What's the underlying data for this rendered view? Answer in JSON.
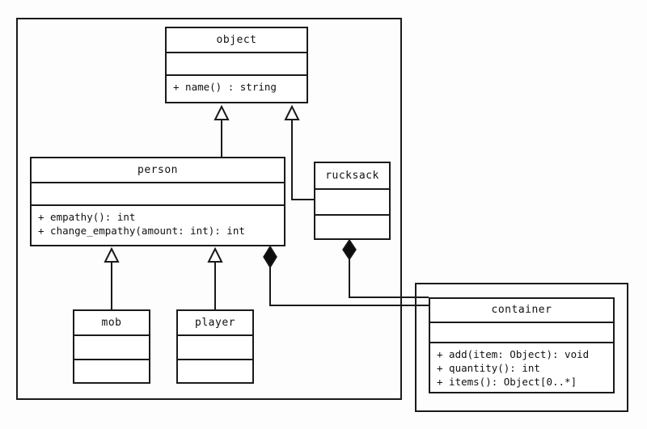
{
  "diagram": {
    "title": "UML class diagram",
    "background": "#fdfdfd",
    "line_color": "#1a1a1a"
  },
  "packages": [
    {
      "id": "package-left",
      "label": ""
    },
    {
      "id": "package-right",
      "label": ""
    }
  ],
  "classes": [
    {
      "id": "object",
      "name": "object",
      "attributes": [],
      "operations": [
        "+ name() : string"
      ]
    },
    {
      "id": "person",
      "name": "person",
      "attributes": [],
      "operations": [
        "+ empathy(): int",
        "+ change_empathy(amount: int): int"
      ]
    },
    {
      "id": "rucksack",
      "name": "rucksack",
      "attributes": [],
      "operations": []
    },
    {
      "id": "mob",
      "name": "mob",
      "attributes": [],
      "operations": []
    },
    {
      "id": "player",
      "name": "player",
      "attributes": [],
      "operations": []
    },
    {
      "id": "container",
      "name": "container",
      "attributes": [],
      "operations": [
        "+ add(item: Object): void",
        "+ quantity(): int",
        "+ items(): Object[0..*]"
      ]
    }
  ],
  "relationships": [
    {
      "id": "person-inherits-object",
      "type": "generalization",
      "from": "person",
      "to": "object",
      "marker": "hollow-triangle"
    },
    {
      "id": "rucksack-inherits-object",
      "type": "generalization",
      "from": "rucksack",
      "to": "object",
      "marker": "hollow-triangle"
    },
    {
      "id": "mob-inherits-person",
      "type": "generalization",
      "from": "mob",
      "to": "person",
      "marker": "hollow-triangle"
    },
    {
      "id": "player-inherits-person",
      "type": "generalization",
      "from": "player",
      "to": "person",
      "marker": "hollow-triangle"
    },
    {
      "id": "person-contains-container",
      "type": "composition",
      "from": "person",
      "to": "container",
      "marker": "filled-diamond"
    },
    {
      "id": "rucksack-contains-container",
      "type": "composition",
      "from": "rucksack",
      "to": "container",
      "marker": "filled-diamond"
    }
  ]
}
